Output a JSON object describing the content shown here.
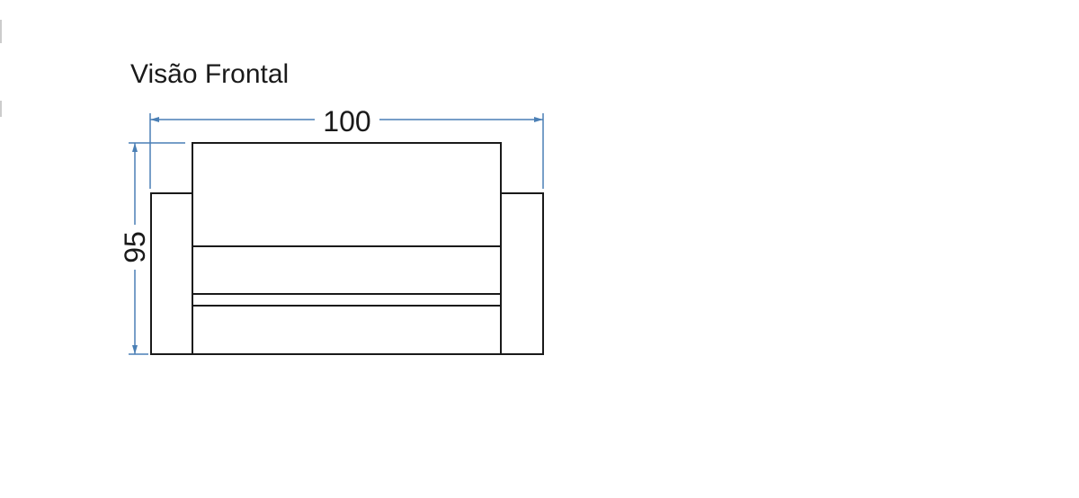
{
  "view": {
    "title": "Visão Frontal"
  },
  "dimensions": {
    "width": {
      "label": "100"
    },
    "height": {
      "label": "95"
    }
  },
  "colors": {
    "dimension_line": "#4a7fb5",
    "outline": "#1a1a1a"
  }
}
